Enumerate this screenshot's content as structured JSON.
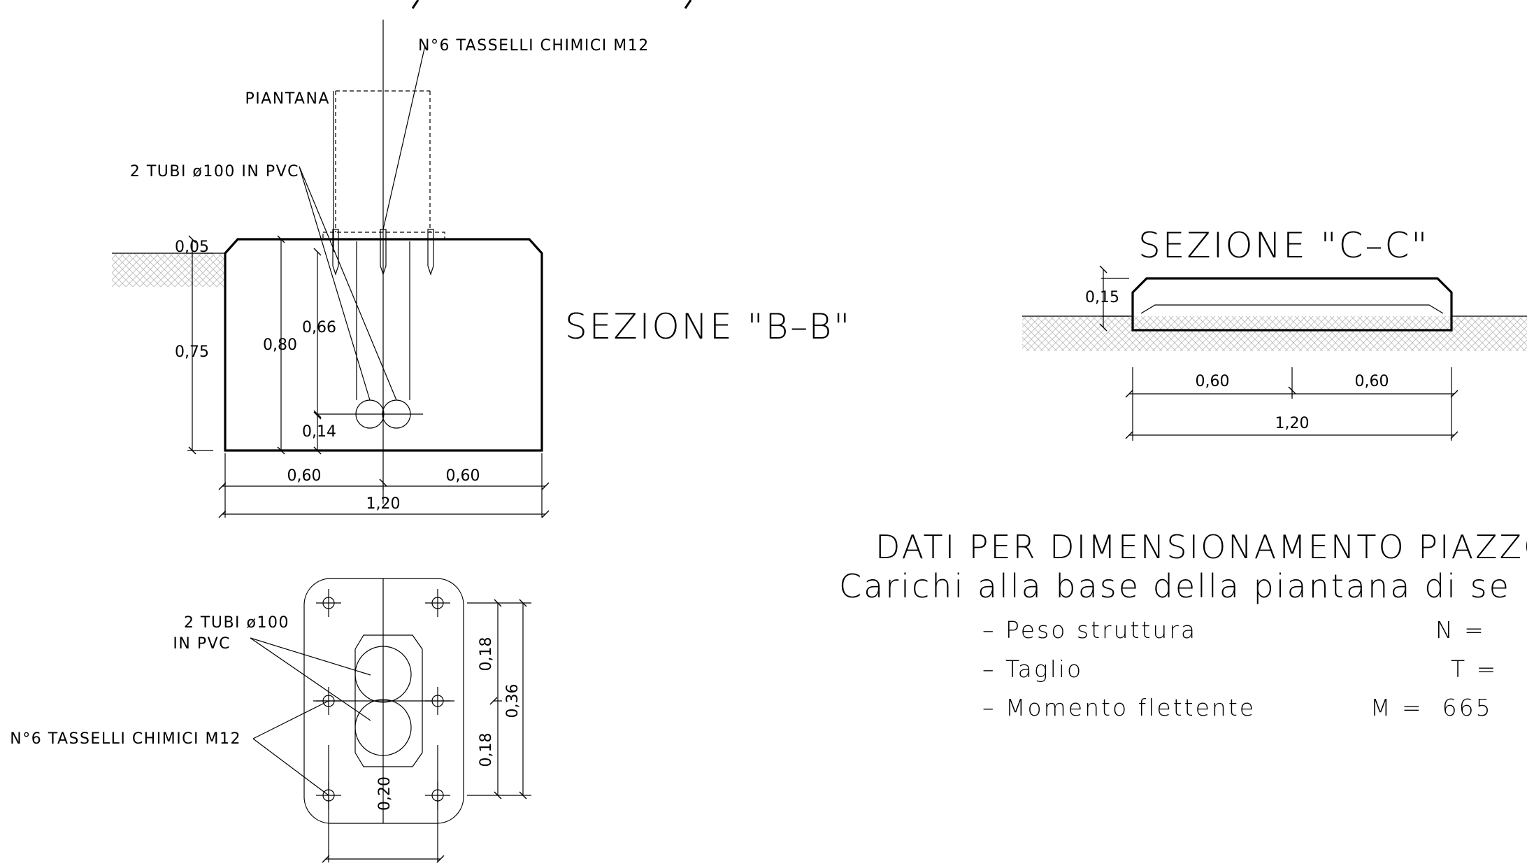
{
  "section_bb": {
    "title": "SEZIONE \"B–B\"",
    "label_anchors": "N°6 TASSELLI CHIMICI M12",
    "label_post": "PIANTANA",
    "label_pipes": "2 TUBI ø100 IN PVC",
    "dims": {
      "d005": "0,05",
      "d075": "0,75",
      "d080": "0,80",
      "d066": "0,66",
      "d014": "0,14",
      "w060_left": "0,60",
      "w060_right": "0,60",
      "w120": "1,20"
    }
  },
  "plan_view": {
    "label_pipes_line1": "2 TUBI ø100",
    "label_pipes_line2": "IN PVC",
    "label_anchors": "N°6 TASSELLI CHIMICI M12",
    "dims": {
      "d018_top": "0,18",
      "d018_bottom": "0,18",
      "d036": "0,36",
      "d020": "0,20"
    }
  },
  "section_cc": {
    "title": "SEZIONE \"C–C\"",
    "dims": {
      "d015": "0,15",
      "w060_left": "0,60",
      "w060_right": "0,60",
      "w120": "1,20"
    }
  },
  "design_data": {
    "title": "DATI PER DIMENSIONAMENTO PIAZZO",
    "subtitle": "Carichi alla base della piantana di se",
    "rows": [
      {
        "label": "– Peso struttura",
        "value": "N ="
      },
      {
        "label": "– Taglio",
        "value": "T ="
      },
      {
        "label": "– Momento flettente",
        "value": "M =  665"
      }
    ]
  }
}
